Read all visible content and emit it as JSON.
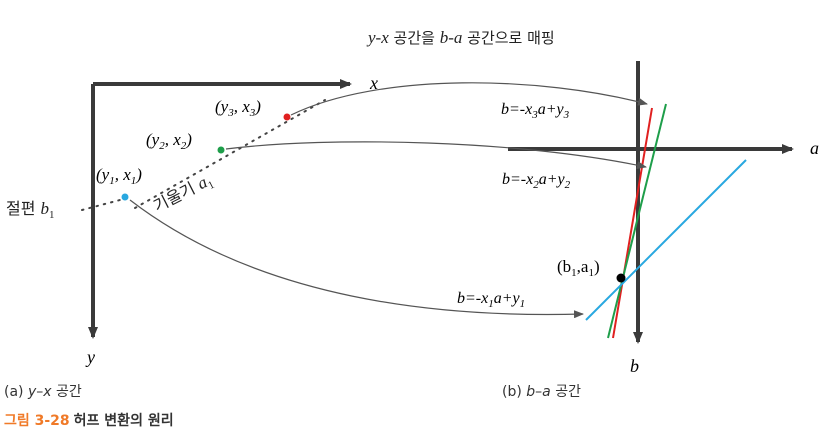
{
  "title": {
    "var_y": "y",
    "dash": "-",
    "var_x": "x",
    "mid": " 공간을 ",
    "var_b": "b",
    "dash2": "-",
    "var_a": "a",
    "end": " 공간으로 매핑"
  },
  "yx_space": {
    "axis_x": "x",
    "axis_y": "y",
    "points": [
      {
        "label_pre": "(y",
        "sub1": "1",
        "sep": ", x",
        "sub2": "1",
        "post": ")",
        "color": "#29a8e0"
      },
      {
        "label_pre": "(y",
        "sub1": "2",
        "sep": ", x",
        "sub2": "2",
        "post": ")",
        "color": "#1e9e4a"
      },
      {
        "label_pre": "(y",
        "sub1": "3",
        "sep": ", x",
        "sub2": "3",
        "post": ")",
        "color": "#e02020"
      }
    ],
    "intercept_label": {
      "text": "절편 ",
      "var": "b",
      "sub": "1"
    },
    "slope_label": {
      "text": "기울기 ",
      "var": "a",
      "sub": "1"
    }
  },
  "ba_space": {
    "axis_a": "a",
    "axis_b": "b",
    "lines": [
      {
        "eq_pre": "b=-x",
        "sub1": "3",
        "mid": "a+y",
        "sub2": "3",
        "color": "#e02020"
      },
      {
        "eq_pre": "b=-x",
        "sub1": "2",
        "mid": "a+y",
        "sub2": "2",
        "color": "#1e9e4a"
      },
      {
        "eq_pre": "b=-x",
        "sub1": "1",
        "mid": "a+y",
        "sub2": "1",
        "color": "#29a8e0"
      }
    ],
    "intersection": {
      "pre": "(b",
      "sub1": "1",
      "sep": ",a",
      "sub2": "1",
      "post": ")"
    }
  },
  "captions": {
    "a": {
      "pre": "(a) ",
      "v1": "y",
      "dash": "–",
      "v2": "x",
      "post": " 공간"
    },
    "b": {
      "pre": "(b) ",
      "v1": "b",
      "dash": "–",
      "v2": "a",
      "post": " 공간"
    }
  },
  "figure_caption": {
    "number": "그림 3-28",
    "text": "허프 변환의 원리"
  },
  "colors": {
    "axis": "#3a3a3a",
    "arrow_curve": "#555555",
    "caption_number": "#f07a28"
  }
}
